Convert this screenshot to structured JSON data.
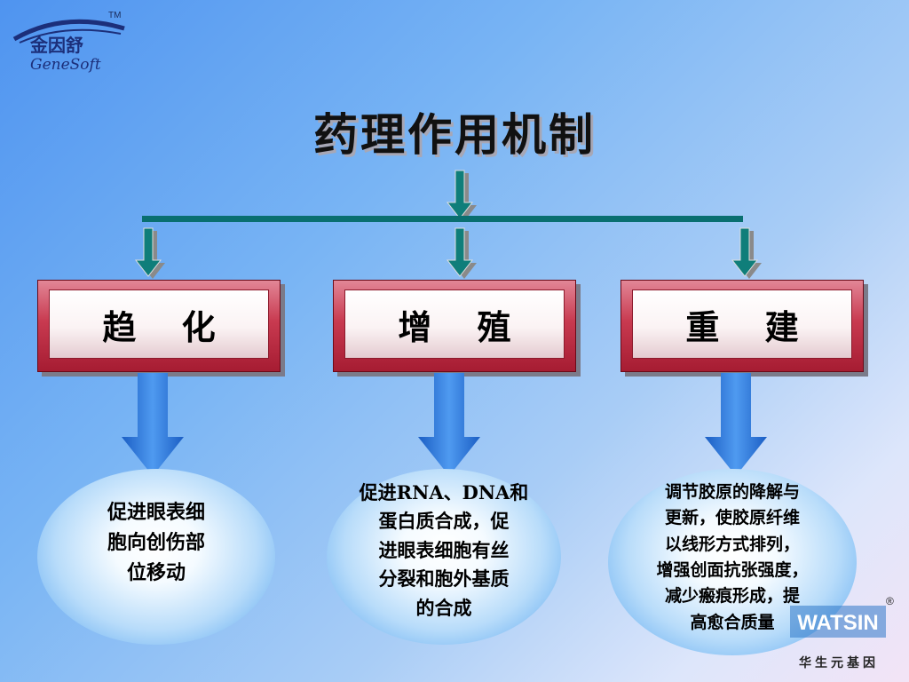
{
  "logo": {
    "cn": "金因舒",
    "en": "GeneSoft",
    "tm": "TM"
  },
  "title": "药理作用机制",
  "categories": [
    {
      "label": "趋　 化",
      "description": [
        "促进眼表细",
        "胞向创伤部",
        "位移动"
      ]
    },
    {
      "label": "增　 殖",
      "description": [
        "促进RNA、DNA和",
        "蛋白质合成，促",
        "进眼表细胞有丝",
        "分裂和胞外基质",
        "的合成"
      ]
    },
    {
      "label": "重　 建",
      "description": [
        "调节胶原的降解与",
        "更新，使胶原纤维",
        "以线形方式排列，",
        "增强创面抗张强度，",
        "减少瘢痕形成，提",
        "高愈合质量"
      ]
    }
  ],
  "brand": {
    "name": "WATSIN",
    "reg": "®",
    "cn": "华生元基因"
  },
  "colors": {
    "connector": "#096f70",
    "box_red": "#c83a50",
    "arrow_blue": "#2a6fcf",
    "arrow_green": "#096f70"
  }
}
